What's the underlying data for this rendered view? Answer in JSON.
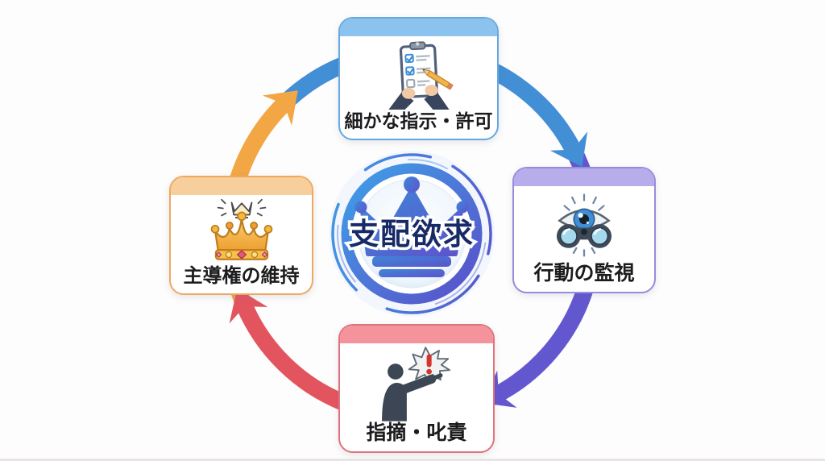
{
  "center": {
    "label": "支配欲求",
    "icon": "crown-badge-icon"
  },
  "nodes": {
    "top": {
      "label": "細かな指示・許可",
      "icon": "clipboard-checklist-icon",
      "header_color": "#8cc3ee",
      "border_color": "#66a8e0"
    },
    "right": {
      "label": "行動の監視",
      "icon": "binoculars-eye-icon",
      "header_color": "#b6adea",
      "border_color": "#968cdd"
    },
    "bottom": {
      "label": "指摘・叱責",
      "icon": "pointing-scold-icon",
      "header_color": "#f4939b",
      "border_color": "#e0737c"
    },
    "left": {
      "label": "主導権の維持",
      "icon": "gold-crown-icon",
      "header_color": "#f7cf9d",
      "border_color": "#efa95f"
    }
  },
  "arrows": {
    "left_to_top": {
      "from": "主導権の維持",
      "to": "細かな指示・許可",
      "color": "#f2a644"
    },
    "top_to_right": {
      "from": "細かな指示・許可",
      "to": "行動の監視",
      "color": "#428fd6"
    },
    "right_to_bottom": {
      "from": "行動の監視",
      "to": "指摘・叱責",
      "color": "#6257cf"
    },
    "bottom_to_left": {
      "from": "指摘・叱責",
      "to": "主導権の維持",
      "color": "#e2555f"
    }
  },
  "palette": {
    "background": "#fdfdfd",
    "center_ring_start": "#3fa0e8",
    "center_ring_end": "#5a4fc8",
    "center_text_color": "#182a66",
    "label_text_color": "#1c1c1e",
    "exclamation_color": "#d4342c"
  }
}
